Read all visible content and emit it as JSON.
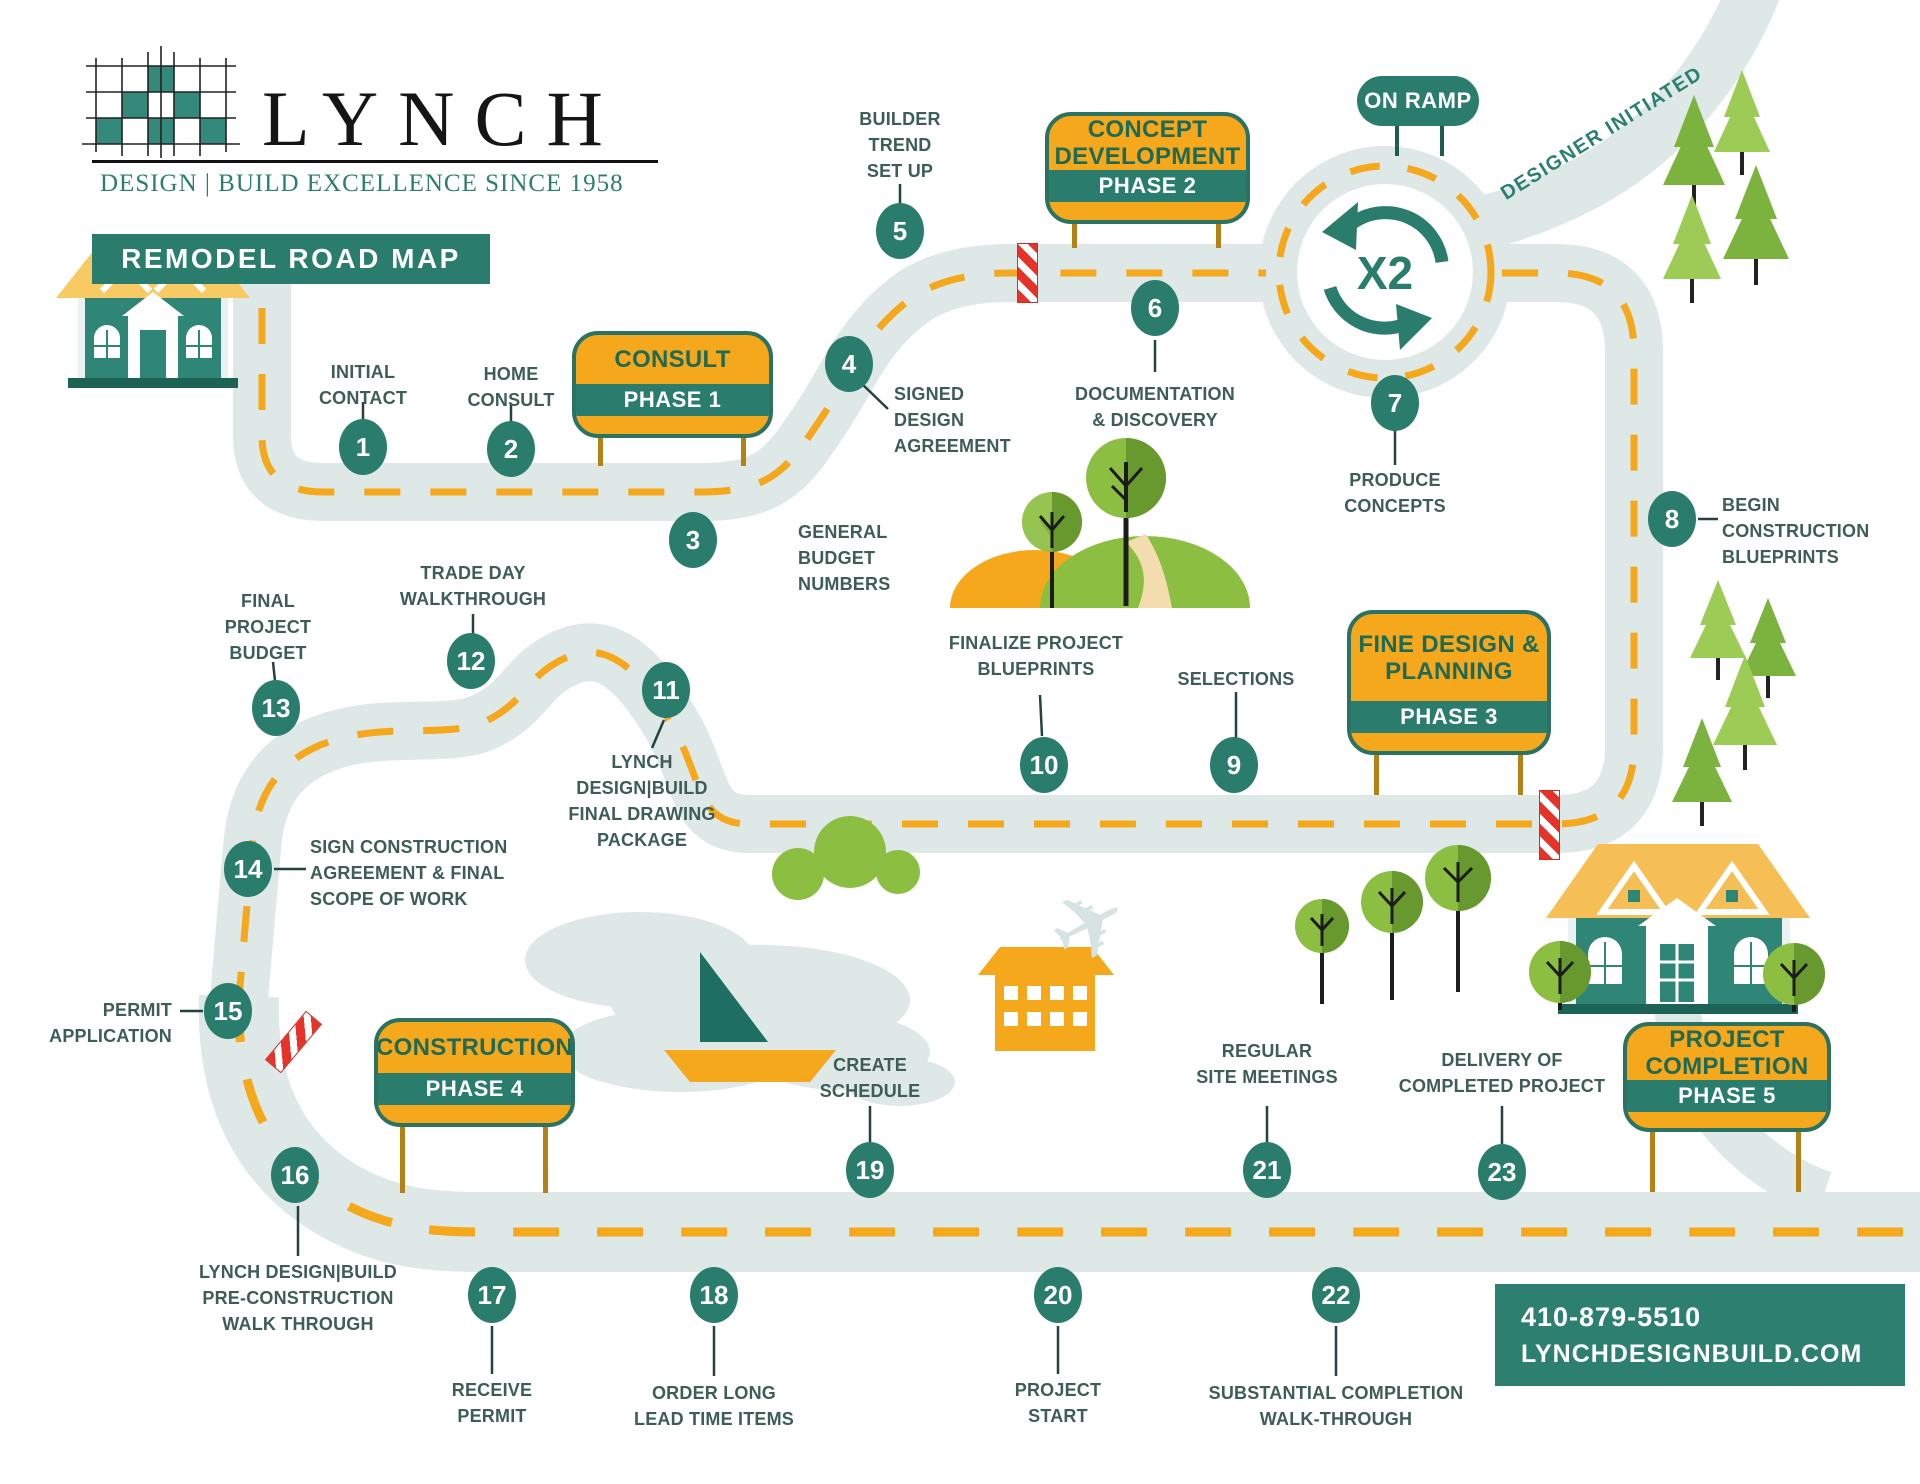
{
  "logo": {
    "name": "LYNCH",
    "tagline": "DESIGN | BUILD EXCELLENCE SINCE 1958"
  },
  "banner": {
    "title": "REMODEL ROAD MAP"
  },
  "roundabout": {
    "center_label": "X2",
    "on_ramp_label": "ON RAMP",
    "ramp_caption": "DESIGNER INITIATED"
  },
  "signs": [
    {
      "title": "CONSULT",
      "phase": "PHASE 1"
    },
    {
      "title": "CONCEPT\nDEVELOPMENT",
      "phase": "PHASE 2"
    },
    {
      "title": "FINE DESIGN &\nPLANNING",
      "phase": "PHASE 3"
    },
    {
      "title": "CONSTRUCTION",
      "phase": "PHASE 4"
    },
    {
      "title": "PROJECT\nCOMPLETION",
      "phase": "PHASE 5"
    }
  ],
  "steps": [
    {
      "num": "1",
      "label": "INITIAL\nCONTACT"
    },
    {
      "num": "2",
      "label": "HOME\nCONSULT"
    },
    {
      "num": "3",
      "label": "GENERAL\nBUDGET\nNUMBERS"
    },
    {
      "num": "4",
      "label": "SIGNED\nDESIGN\nAGREEMENT"
    },
    {
      "num": "5",
      "label": "BUILDER\nTREND\nSET UP"
    },
    {
      "num": "6",
      "label": "DOCUMENTATION\n& DISCOVERY"
    },
    {
      "num": "7",
      "label": "PRODUCE\nCONCEPTS"
    },
    {
      "num": "8",
      "label": "BEGIN\nCONSTRUCTION\nBLUEPRINTS"
    },
    {
      "num": "9",
      "label": "SELECTIONS"
    },
    {
      "num": "10",
      "label": "FINALIZE PROJECT\nBLUEPRINTS"
    },
    {
      "num": "11",
      "label": "LYNCH\nDESIGN|BUILD\nFINAL DRAWING\nPACKAGE"
    },
    {
      "num": "12",
      "label": "TRADE DAY\nWALKTHROUGH"
    },
    {
      "num": "13",
      "label": "FINAL\nPROJECT\nBUDGET"
    },
    {
      "num": "14",
      "label": "SIGN CONSTRUCTION\nAGREEMENT & FINAL\nSCOPE OF WORK"
    },
    {
      "num": "15",
      "label": "PERMIT\nAPPLICATION"
    },
    {
      "num": "16",
      "label": "LYNCH DESIGN|BUILD\nPRE-CONSTRUCTION\nWALK THROUGH"
    },
    {
      "num": "17",
      "label": "RECEIVE\nPERMIT"
    },
    {
      "num": "18",
      "label": "ORDER LONG\nLEAD TIME ITEMS"
    },
    {
      "num": "19",
      "label": "CREATE\nSCHEDULE"
    },
    {
      "num": "20",
      "label": "PROJECT\nSTART"
    },
    {
      "num": "21",
      "label": "REGULAR\nSITE MEETINGS"
    },
    {
      "num": "22",
      "label": "SUBSTANTIAL COMPLETION\nWALK-THROUGH"
    },
    {
      "num": "23",
      "label": "DELIVERY OF\nCOMPLETED PROJECT"
    }
  ],
  "footer": {
    "phone": "410-879-5510",
    "website": "LYNCHDESIGNBUILD.COM"
  },
  "colors": {
    "teal": "#2a7d6d",
    "orange": "#f5a81c",
    "road": "#dde8e7",
    "barrier_red": "#e63329",
    "label_text": "#3d5d56"
  }
}
